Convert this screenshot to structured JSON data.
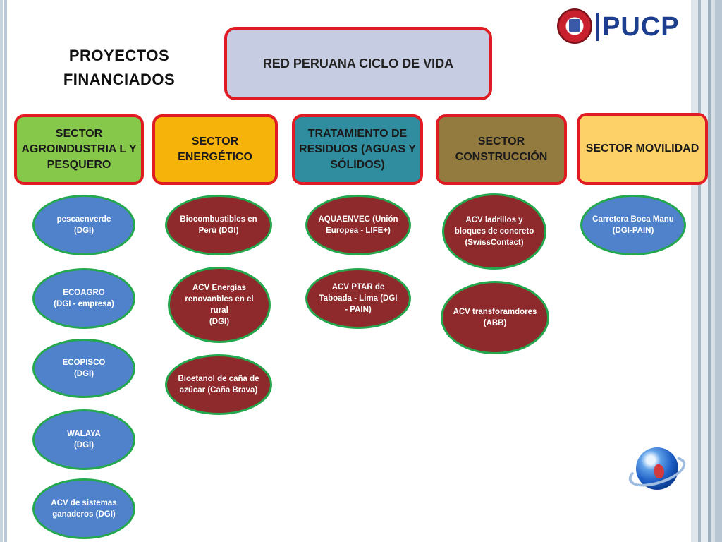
{
  "title": {
    "line1": "PROYECTOS",
    "line2": "FINANCIADOS"
  },
  "logo": {
    "text": "PUCP"
  },
  "main": {
    "label": "RED PERUANA CICLO DE VIDA"
  },
  "colors": {
    "border_red": "#e01b24",
    "oval_border_green": "#23a84d",
    "oval_blue": "#4f82cb",
    "oval_red": "#8e2a2b"
  },
  "sectors": [
    {
      "label": "SECTOR AGROINDUSTRIA L Y PESQUERO",
      "color": "#86c84a",
      "projects": [
        {
          "line1": "pescaenverde",
          "line2": "(DGI)"
        },
        {
          "line1": "ECOAGRO",
          "line2": "(DGI - empresa)"
        },
        {
          "line1": "ECOPISCO",
          "line2": "(DGI)"
        },
        {
          "line1": "WALAYA",
          "line2": "(DGI)"
        },
        {
          "line1": "ACV de sistemas ganaderos (DGI)",
          "line2": ""
        }
      ]
    },
    {
      "label": "SECTOR ENERGÉTICO",
      "color": "#f6b40b",
      "projects": [
        {
          "line1": "Biocombustibles en Perú (DGI)",
          "line2": ""
        },
        {
          "line1": "ACV Energías renovanbles en el rural",
          "line2": "(DGI)"
        },
        {
          "line1": "Bioetanol de caña de azúcar (Caña Brava)",
          "line2": ""
        }
      ]
    },
    {
      "label": "TRATAMIENTO DE RESIDUOS (AGUAS Y SÓLIDOS)",
      "color": "#2f8d9f",
      "projects": [
        {
          "line1": "AQUAENVEC (Unión Europea - LIFE+)",
          "line2": ""
        },
        {
          "line1": "ACV PTAR de Taboada - Lima (DGI - PAIN)",
          "line2": ""
        }
      ]
    },
    {
      "label": "SECTOR CONSTRUCCIÓN",
      "color": "#937b3f",
      "projects": [
        {
          "line1": "ACV ladrillos y bloques de concreto (SwissContact)",
          "line2": ""
        },
        {
          "line1": "ACV transforamdores",
          "line2": "(ABB)"
        }
      ]
    },
    {
      "label": "SECTOR MOVILIDAD",
      "color": "#fdd068",
      "projects": [
        {
          "line1": "Carretera Boca Manu (DGI-PAIN)",
          "line2": ""
        }
      ]
    }
  ],
  "icons": {
    "globe": "globe-icon",
    "logo": "pucp-seal-icon"
  }
}
